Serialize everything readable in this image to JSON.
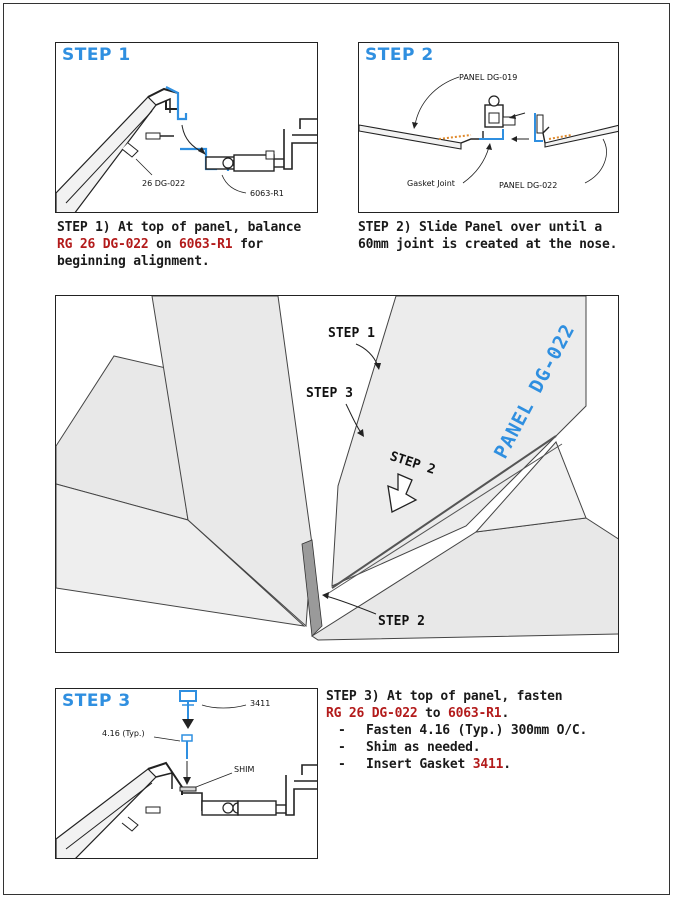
{
  "step1": {
    "title": "STEP 1",
    "label_part": "26 DG-022",
    "label_extrusion": "6063-R1",
    "caption_prefix": "STEP 1) At top of panel, balance",
    "caption_red1": "RG 26 DG-022",
    "caption_on": " on ",
    "caption_red2": "6063-R1",
    "caption_for": " for",
    "caption_line3": "beginning alignment."
  },
  "step2": {
    "title": "STEP 2",
    "label_panel_top": "PANEL DG-019",
    "label_gasket": "Gasket Joint",
    "label_panel_bottom": "PANEL DG-022",
    "caption_line1": "STEP 2) Slide Panel over until a",
    "caption_line2": "60mm joint is created at the nose."
  },
  "main": {
    "label_step1": "STEP 1",
    "label_step3": "STEP 3",
    "label_step2_arrow": "STEP 2",
    "label_step2_bottom": "STEP 2",
    "panel_name": "PANEL DG-022"
  },
  "step3": {
    "title": "STEP 3",
    "label_gasket": "3411",
    "label_fastener": "4.16 (Typ.)",
    "label_shim": "SHIM",
    "caption_prefix": "STEP 3) At top of panel, fasten",
    "caption_red1": "RG 26 DG-022",
    "caption_to": " to ",
    "caption_red2": "6063-R1",
    "caption_period": ".",
    "bullets": [
      {
        "dash": "-",
        "text": "Fasten 4.16 (Typ.) 300mm O/C.",
        "red": "",
        "tail": ""
      },
      {
        "dash": "-",
        "text": "Shim as needed.",
        "red": "",
        "tail": ""
      },
      {
        "dash": "-",
        "text": "Insert Gasket ",
        "red": "3411",
        "tail": "."
      }
    ]
  },
  "colors": {
    "accent_blue": "#2f8fe0",
    "accent_red": "#b31b1b",
    "panel_gray": "#e6e6e6",
    "line_dark": "#222222"
  }
}
